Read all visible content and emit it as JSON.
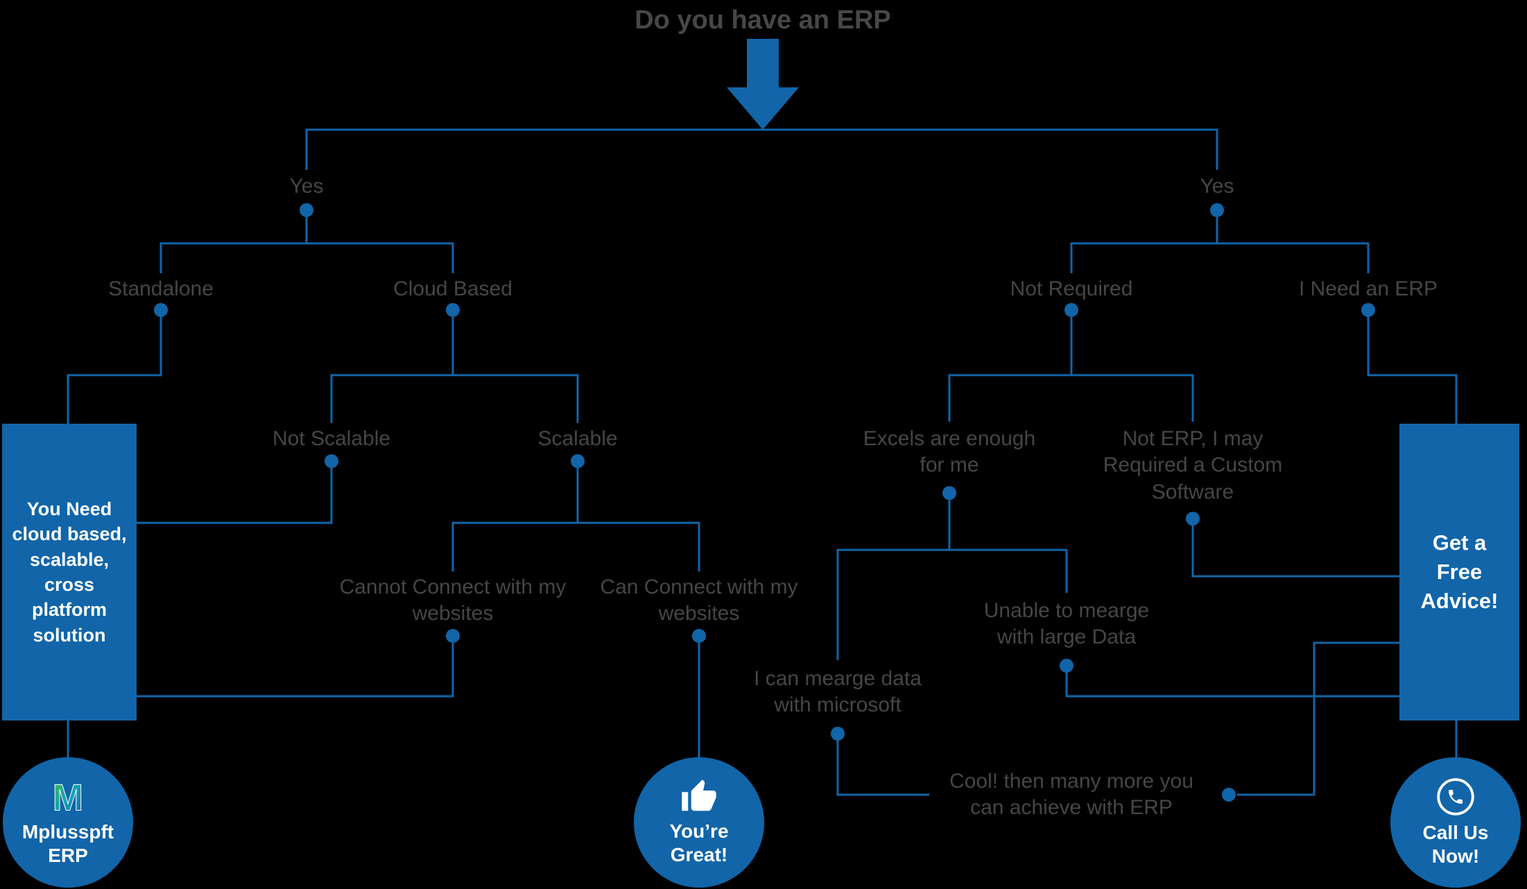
{
  "title": "Do you have an ERP",
  "colors": {
    "accent_blue": "#1165a8",
    "label_gray": "#464646",
    "text_white": "#ffffff",
    "background": "#000000",
    "logo_green": "#3fba4d",
    "logo_teal": "#13a3b4"
  },
  "nodes": {
    "yes_left": "Yes",
    "yes_right": "Yes",
    "standalone": "Standalone",
    "cloud_based": "Cloud Based",
    "not_scalable": "Not Scalable",
    "scalable": "Scalable",
    "cannot_connect": "Cannot Connect with my websites",
    "can_connect": "Can Connect with my websites",
    "not_required": "Not Required",
    "need_erp": "I Need an ERP",
    "excels": "Excels are enough for me",
    "not_erp_custom": "Not ERP, I may Required a Custom Software",
    "unable_merge": "Unable to mearge with large Data",
    "can_merge": "I can mearge data with microsoft",
    "cool": "Cool! then many more you can achieve with ERP"
  },
  "outcomes": {
    "left_box": "You Need cloud based, scalable, cross platform solution",
    "right_box": "Get a Free Advice!"
  },
  "badges": {
    "left": {
      "label": "Mplusspft ERP",
      "icon": "mplussoft-logo"
    },
    "middle": {
      "label": "You’re Great!",
      "icon": "thumbs-up"
    },
    "right": {
      "label": "Call Us Now!",
      "icon": "phone"
    }
  }
}
